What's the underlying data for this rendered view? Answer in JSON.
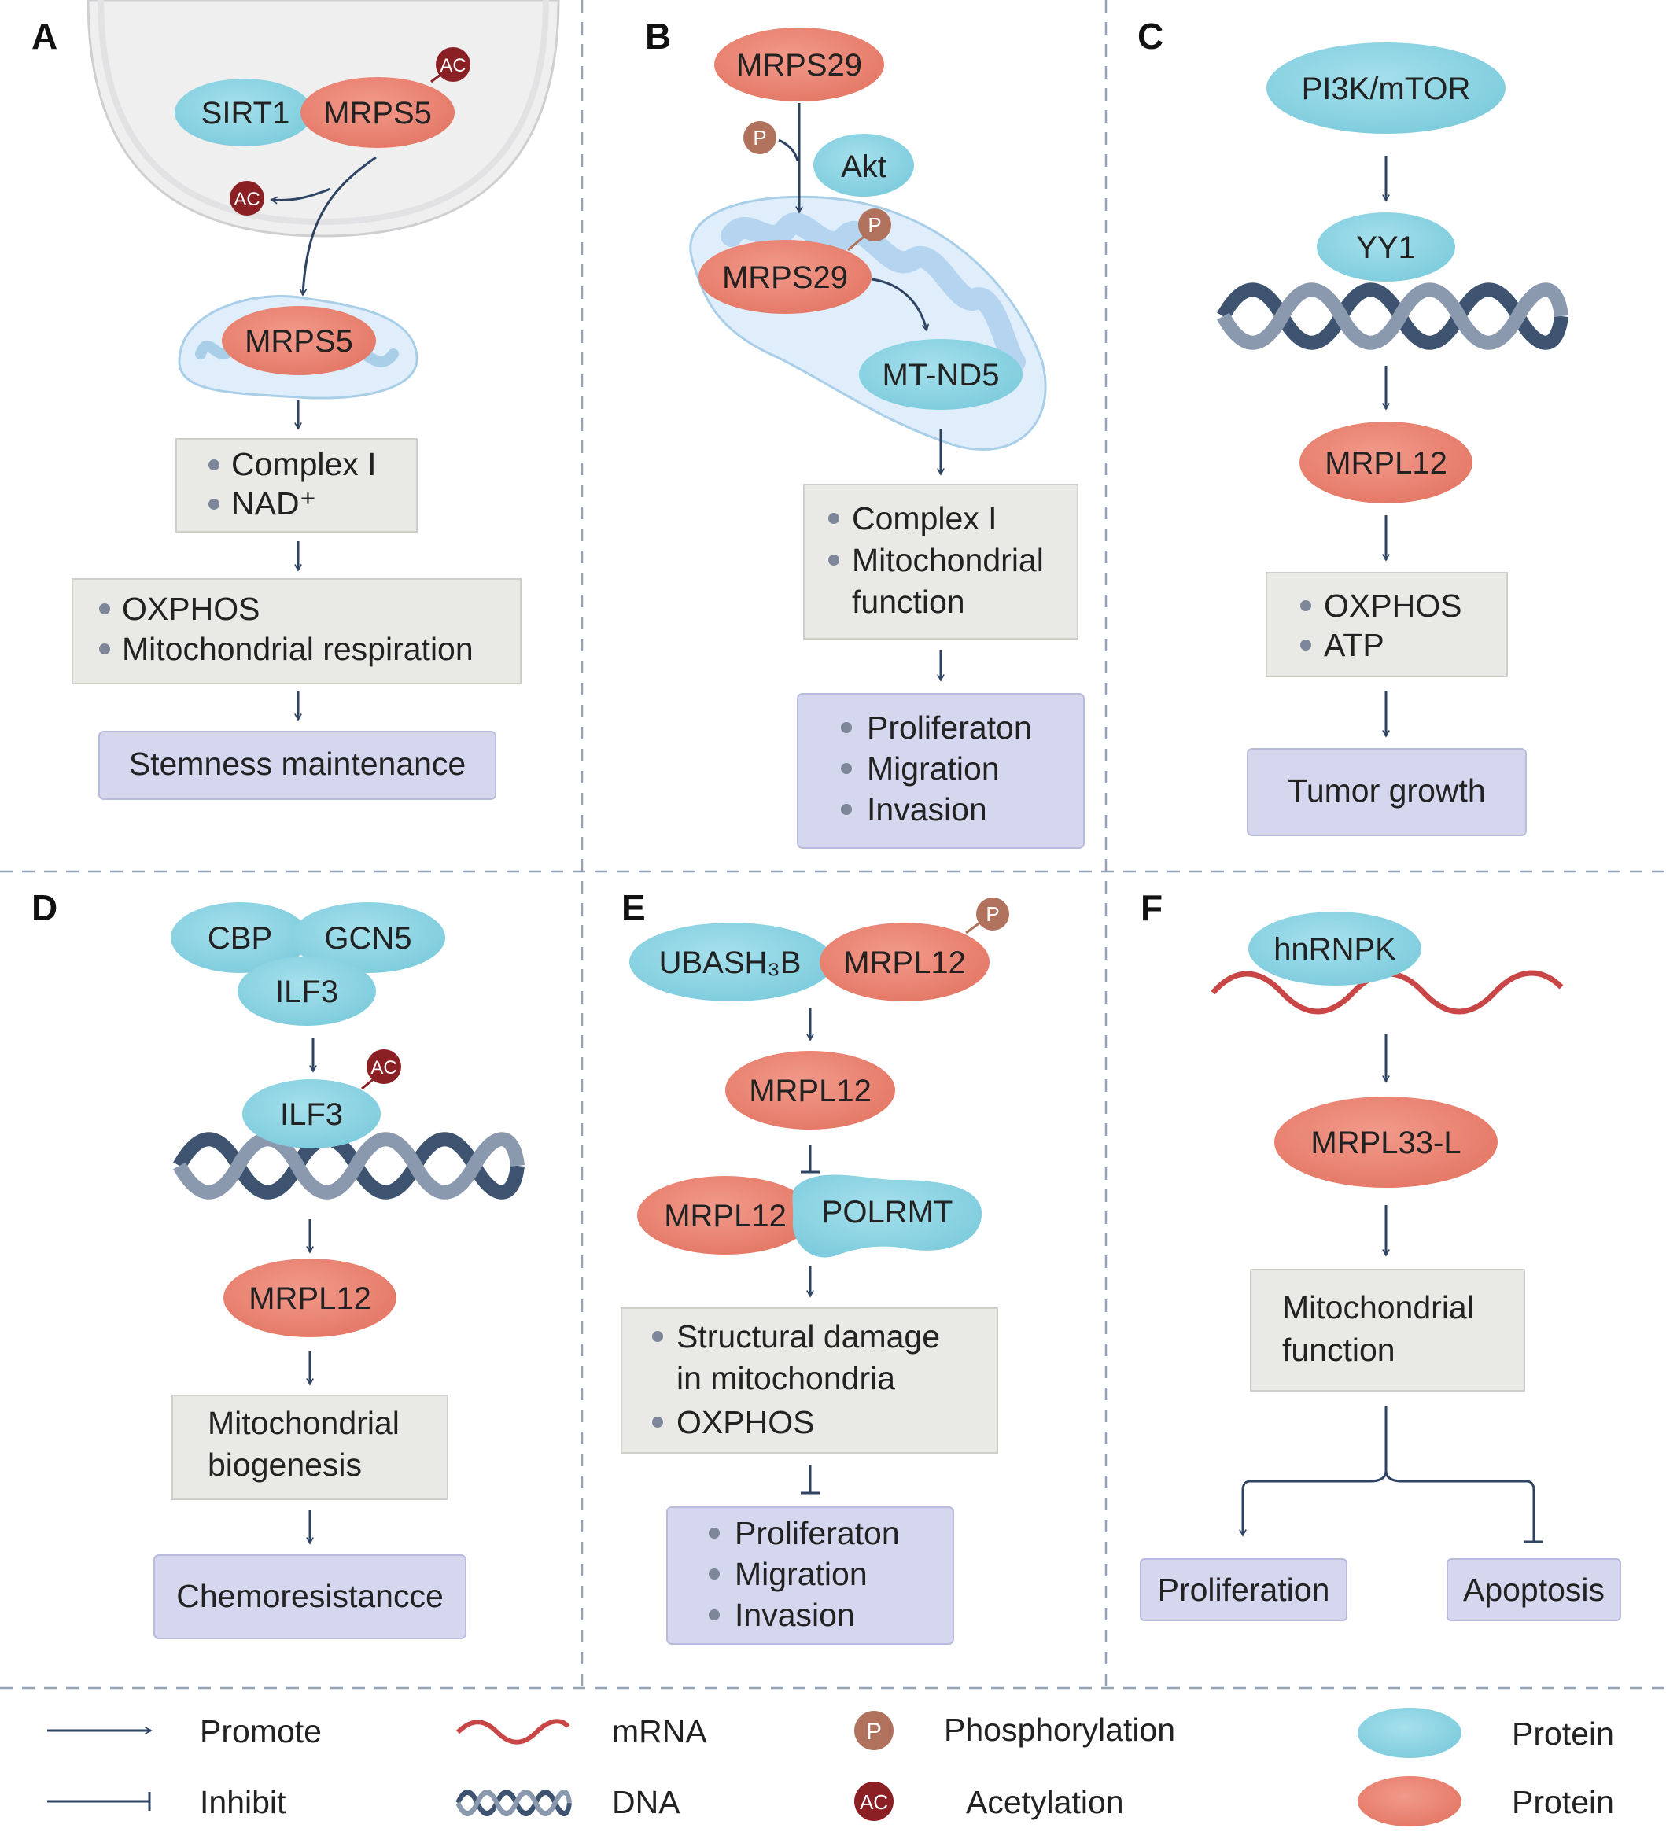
{
  "panels": {
    "A": {
      "letter": "A",
      "sirt1": "SIRT1",
      "mrps5_top": "MRPS5",
      "ac_top": "AC",
      "ac_removed": "AC",
      "mrps5_mito": "MRPS5",
      "box1": [
        "Complex I",
        "NAD⁺"
      ],
      "box2": [
        "OXPHOS",
        "Mitochondrial respiration"
      ],
      "outcome": "Stemness maintenance"
    },
    "B": {
      "letter": "B",
      "mrps29_top": "MRPS29",
      "p1": "P",
      "akt": "Akt",
      "p2": "P",
      "mrps29_mito": "MRPS29",
      "mtnd5": "MT-ND5",
      "box1": [
        "Complex I",
        "Mitochondrial",
        "function"
      ],
      "outcomes": [
        "Proliferaton",
        "Migration",
        "Invasion"
      ]
    },
    "C": {
      "letter": "C",
      "pi3k": "PI3K/mTOR",
      "yy1": "YY1",
      "mrpl12": "MRPL12",
      "box1": [
        "OXPHOS",
        "ATP"
      ],
      "outcome": "Tumor growth"
    },
    "D": {
      "letter": "D",
      "cbp": "CBP",
      "gcn5": "GCN5",
      "ilf3_a": "ILF3",
      "ilf3_b": "ILF3",
      "ac": "AC",
      "mrpl12": "MRPL12",
      "box1": [
        "Mitochondrial",
        "biogenesis"
      ],
      "outcome": "Chemoresistancce"
    },
    "E": {
      "letter": "E",
      "ubash3b": "UBASH₃B",
      "mrpl12_a": "MRPL12",
      "p": "P",
      "mrpl12_b": "MRPL12",
      "mrpl12_c": "MRPL12",
      "polrmt": "POLRMT",
      "box1": [
        "Structural damage",
        "in mitochondria",
        "OXPHOS"
      ],
      "outcomes": [
        "Proliferaton",
        "Migration",
        "Invasion"
      ]
    },
    "F": {
      "letter": "F",
      "hnrnpk": "hnRNPK",
      "mrpl33": "MRPL33-L",
      "box1": [
        "Mitochondrial",
        "function"
      ],
      "out_left": "Proliferation",
      "out_right": "Apoptosis"
    }
  },
  "legend": {
    "promote": "Promote",
    "inhibit": "Inhibit",
    "mrna": "mRNA",
    "dna": "DNA",
    "phos_icon": "P",
    "phosphorylation": "Phosphorylation",
    "ac_icon": "AC",
    "acetylation": "Acetylation",
    "protein_blue": "Protein",
    "protein_red": "Protein"
  },
  "colors": {
    "protein_blue": "#8fd3e2",
    "protein_red": "#ec8878",
    "box_gray": "#e9e9e5",
    "box_lavender": "#d5d7ef",
    "arrow": "#2f4463",
    "mrna": "#c94646",
    "phospho": "#b0725d",
    "acetyl": "#8a1f24"
  }
}
